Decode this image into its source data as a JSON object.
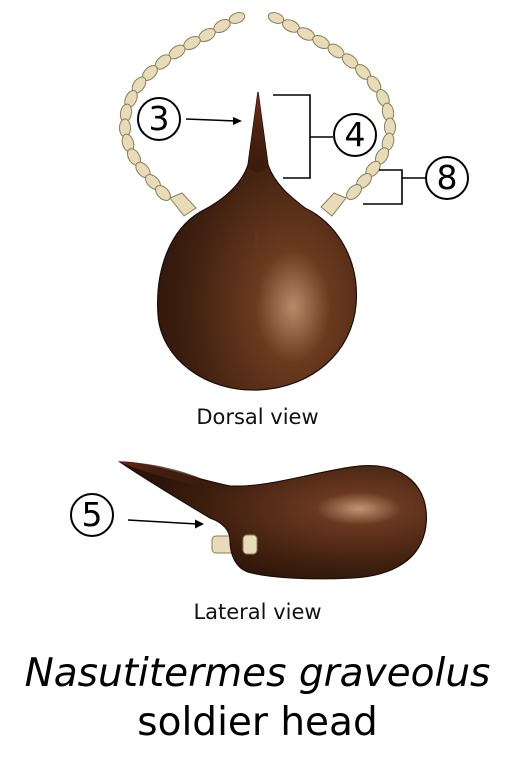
{
  "figure": {
    "dorsal_view_label": "Dorsal view",
    "lateral_view_label": "Lateral view",
    "species_name": "Nasutitermes graveolus",
    "caption_subtitle": "soldier head"
  },
  "callouts": [
    {
      "id": "3",
      "text": "3"
    },
    {
      "id": "4",
      "text": "4"
    },
    {
      "id": "8",
      "text": "8"
    },
    {
      "id": "5",
      "text": "5"
    }
  ],
  "colors": {
    "head_dark": "#3a1d0f",
    "head_mid": "#5a2f18",
    "head_highlight": "#b98a6a",
    "nasus_tip": "#8a2a1a",
    "antenna_fill": "#e8dcb8",
    "antenna_stroke": "#8a7d5a"
  }
}
